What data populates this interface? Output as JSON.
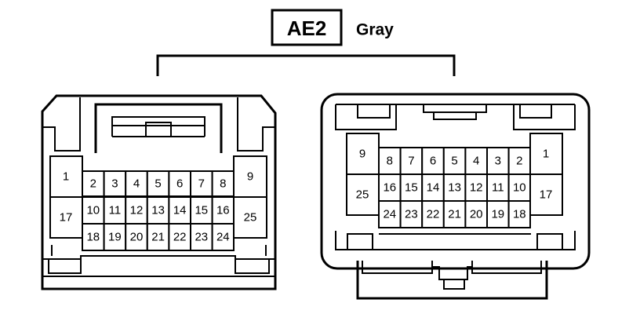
{
  "connector": {
    "code": "AE2",
    "color": "Gray"
  },
  "left_view": {
    "small_rows": [
      [
        "2",
        "3",
        "4",
        "5",
        "6",
        "7",
        "8"
      ],
      [
        "10",
        "11",
        "12",
        "13",
        "14",
        "15",
        "16"
      ],
      [
        "18",
        "19",
        "20",
        "21",
        "22",
        "23",
        "24"
      ]
    ],
    "large_left": [
      "1",
      "17"
    ],
    "large_right": [
      "9",
      "25"
    ]
  },
  "right_view": {
    "small_rows": [
      [
        "8",
        "7",
        "6",
        "5",
        "4",
        "3",
        "2"
      ],
      [
        "16",
        "15",
        "14",
        "13",
        "12",
        "11",
        "10"
      ],
      [
        "24",
        "23",
        "22",
        "21",
        "20",
        "19",
        "18"
      ]
    ],
    "large_left": [
      "9",
      "25"
    ],
    "large_right": [
      "1",
      "17"
    ]
  }
}
